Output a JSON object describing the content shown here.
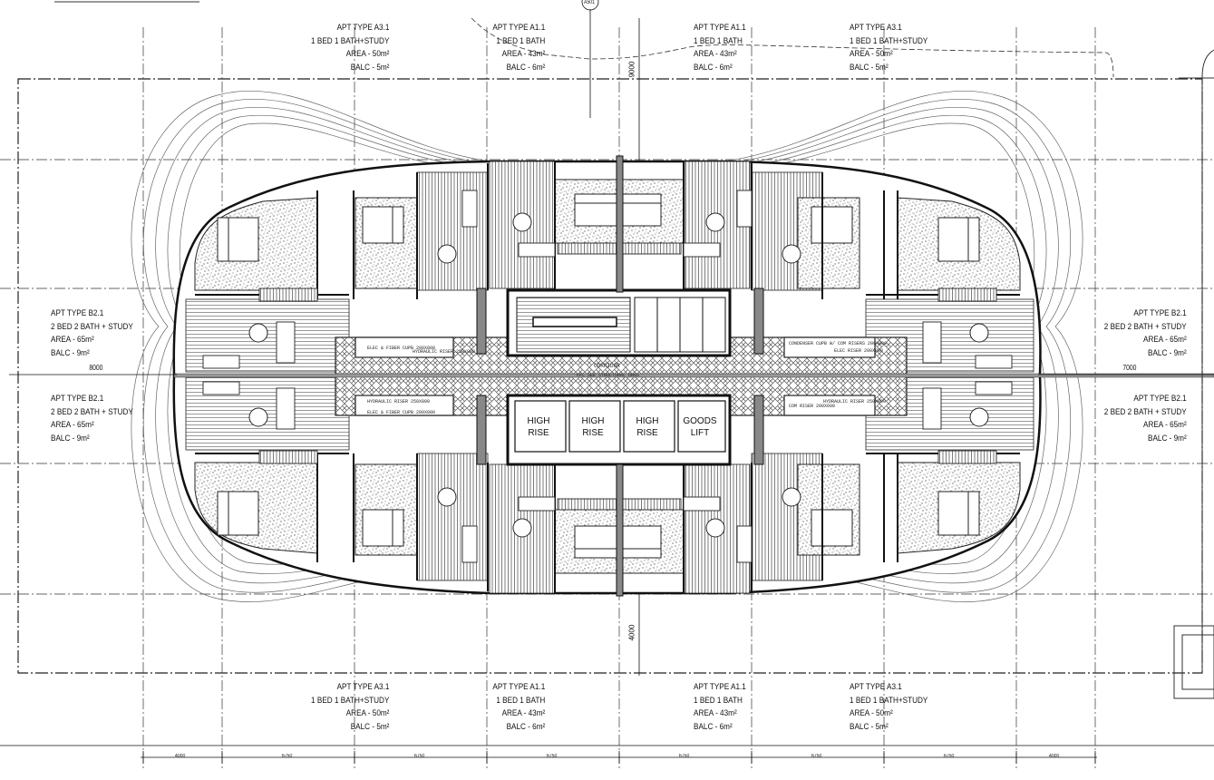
{
  "drawing": {
    "section_tag": "A501",
    "corridor_label": "CORRIDOR",
    "corridor_note": "FFL SEE STRUCTURAL DRGS",
    "grid_dim_vertical_top": "9000",
    "grid_dim_vertical_bottom": "4000",
    "grid_dim_left": "8000",
    "grid_dim_right": "7000",
    "bottom_dims": [
      "4000",
      "6750",
      "6750",
      "6750",
      "6750",
      "6750",
      "6750",
      "4000"
    ]
  },
  "apartments": {
    "top": [
      {
        "type": "APT TYPE A3.1",
        "beds": "1 BED 1 BATH+STUDY",
        "area": "AREA - 50m²",
        "balc": "BALC - 5m²"
      },
      {
        "type": "APT TYPE A1.1",
        "beds": "1 BED 1 BATH",
        "area": "AREA - 43m²",
        "balc": "BALC - 6m²"
      },
      {
        "type": "APT TYPE A1.1",
        "beds": "1 BED 1 BATH",
        "area": "AREA - 43m²",
        "balc": "BALC - 6m²"
      },
      {
        "type": "APT TYPE A3.1",
        "beds": "1 BED 1 BATH+STUDY",
        "area": "AREA - 50m²",
        "balc": "BALC - 5m²"
      }
    ],
    "bottom": [
      {
        "type": "APT TYPE A3.1",
        "beds": "1 BED 1 BATH+STUDY",
        "area": "AREA - 50m²",
        "balc": "BALC - 5m²"
      },
      {
        "type": "APT TYPE A1.1",
        "beds": "1 BED 1 BATH",
        "area": "AREA - 43m²",
        "balc": "BALC - 6m²"
      },
      {
        "type": "APT TYPE A1.1",
        "beds": "1 BED 1 BATH",
        "area": "AREA - 43m²",
        "balc": "BALC - 6m²"
      },
      {
        "type": "APT TYPE A3.1",
        "beds": "1 BED 1 BATH+STUDY",
        "area": "AREA - 50m²",
        "balc": "BALC - 5m²"
      }
    ],
    "left": [
      {
        "type": "APT TYPE B2.1",
        "beds": "2 BED 2 BATH + STUDY",
        "area": "AREA - 65m²",
        "balc": "BALC - 9m²"
      },
      {
        "type": "APT TYPE B2.1",
        "beds": "2 BED 2 BATH + STUDY",
        "area": "AREA - 65m²",
        "balc": "BALC - 9m²"
      }
    ],
    "right": [
      {
        "type": "APT TYPE B2.1",
        "beds": "2 BED 2 BATH + STUDY",
        "area": "AREA - 65m²",
        "balc": "BALC - 9m²"
      },
      {
        "type": "APT TYPE B2.1",
        "beds": "2 BED 2 BATH + STUDY",
        "area": "AREA - 65m²",
        "balc": "BALC - 9m²"
      }
    ]
  },
  "lifts": [
    {
      "line1": "HIGH",
      "line2": "RISE"
    },
    {
      "line1": "HIGH",
      "line2": "RISE"
    },
    {
      "line1": "HIGH",
      "line2": "RISE"
    },
    {
      "line1": "GOODS",
      "line2": "LIFT"
    }
  ],
  "service_notes": {
    "n1": "ELEC & FIBER CUPB 200X800",
    "n2": "HYDRAULIC RISER 250X800",
    "n3": "CONDENSER CUPB W/ COM RISERS 200X800",
    "n4": "ELEC RISER 200X800",
    "n5": "HYDRAULIC RISER 250X800",
    "n6": "ELEC & FIBER CUPB 200X800",
    "n7": "COM RISER 200X600",
    "n8": "HYDRAULIC RISER 250X800"
  }
}
